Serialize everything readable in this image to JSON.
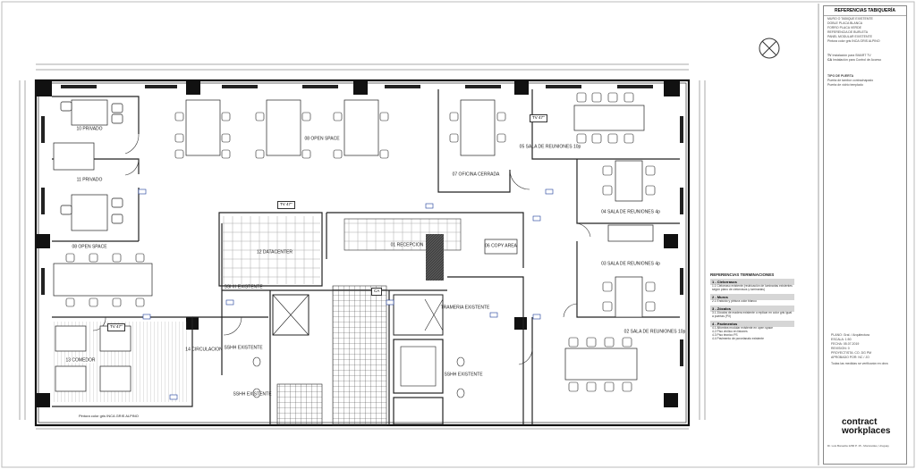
{
  "rooms": {
    "privado10": "10 PRIVADO",
    "privado11": "11 PRIVADO",
    "open_space_top": "08 OPEN SPACE",
    "open_space_left": "08 OPEN SPACE",
    "oficina_cerrada": "07 OFICINA CERRADA",
    "sala_reuniones_top": "05 SALA DE REUNIONES 10p",
    "sala_reuniones_mid1": "04 SALA DE REUNIONES 4p",
    "sala_reuniones_mid2": "03 SALA DE REUNIONES 4p",
    "sala_reuniones_bottom": "02 SALA DE REUNIONES 10p",
    "datacenter": "12 DATACENTER",
    "recepcion": "01 RECEPCION",
    "copy_area": "06 COPY AREA",
    "comedor": "13 COMEDOR",
    "circulacion": "14 CIRCULACION",
    "ssh_existente_1": "SSHH EXISTENTE",
    "ssh_existente_2": "SSHH EXISTENTE",
    "ssh_existente_3": "SSHH EXISTENTE",
    "ssh_existente_4": "SSHH EXISTENTE",
    "trameria_existente": "TRAMERIA EXISTENTE",
    "pintura_note": "Pintura color gris INCA GRIS ALPINO"
  },
  "codes": {
    "tv47": "TV 47\"",
    "ca": "CA"
  },
  "title_block": {
    "header": "REFERENCIAS TABIQUERÍA",
    "ref_items": [
      "MURO O TABIQUE EXISTENTE",
      "DOBLE PLACA BLANCA",
      "FORRO PLACA VERDE",
      "REFERENCIA DE BURLETA",
      "PANEL MODULAR EXISTENTE",
      "Pintura color gris INCA GRIS ALPINO"
    ],
    "tv_label": "TV",
    "ca_label": "CA",
    "tv_text": "Instalación para SMART TV",
    "ca_text": "Instalación para Control de Acceso",
    "notes": [
      "TIPO DE PUERTA",
      "Puerta de tambor contrachapado",
      "Puerta de vidrio templado"
    ],
    "project_rows": [
      [
        "PLANO",
        "Gral. / Arquitectura"
      ],
      [
        "ESCALA",
        "1:50"
      ],
      [
        "FECHA",
        "05.07.2019"
      ],
      [
        "REVISION",
        "0"
      ],
      [
        "PROYECTISTA",
        "CO. DG PM"
      ],
      [
        "APROBADO POR",
        "NC / JO"
      ]
    ],
    "footnote": "Todas las medidas se verificarán en obra",
    "logo_line1": "contract",
    "logo_line2": "workplaces",
    "address": "Dr. Luis Bonavita 1266 P. 15 - Montevideo, Uruguay"
  },
  "terminaciones": {
    "title": "REFERENCIAS TERMINACIONES",
    "sections": [
      {
        "code": "1",
        "name": "Cielorrasos",
        "items": [
          [
            "1.1",
            "Cielorraso existente (reubicación de luminarias existentes según plano de cielorrasos y luminarias)"
          ]
        ]
      },
      {
        "code": "2",
        "name": "Muros",
        "items": [
          [
            "2.1",
            "Enduido y pintura color blanco"
          ]
        ]
      },
      {
        "code": "3",
        "name": "Zócalos",
        "items": [
          [
            "3.1",
            "Zócalos de madera existente o replicar en color gris igual a puertas (PX)"
          ]
        ]
      },
      {
        "code": "4",
        "name": "Pavimentos",
        "items": [
          [
            "4.1",
            "Alfombra modular existente en open space"
          ],
          [
            "4.2",
            "Piso vinílico en listones"
          ],
          [
            "4.3",
            "Piso técnico PS"
          ],
          [
            "4.4",
            "Pavimento de porcelanato existente"
          ]
        ]
      }
    ]
  }
}
